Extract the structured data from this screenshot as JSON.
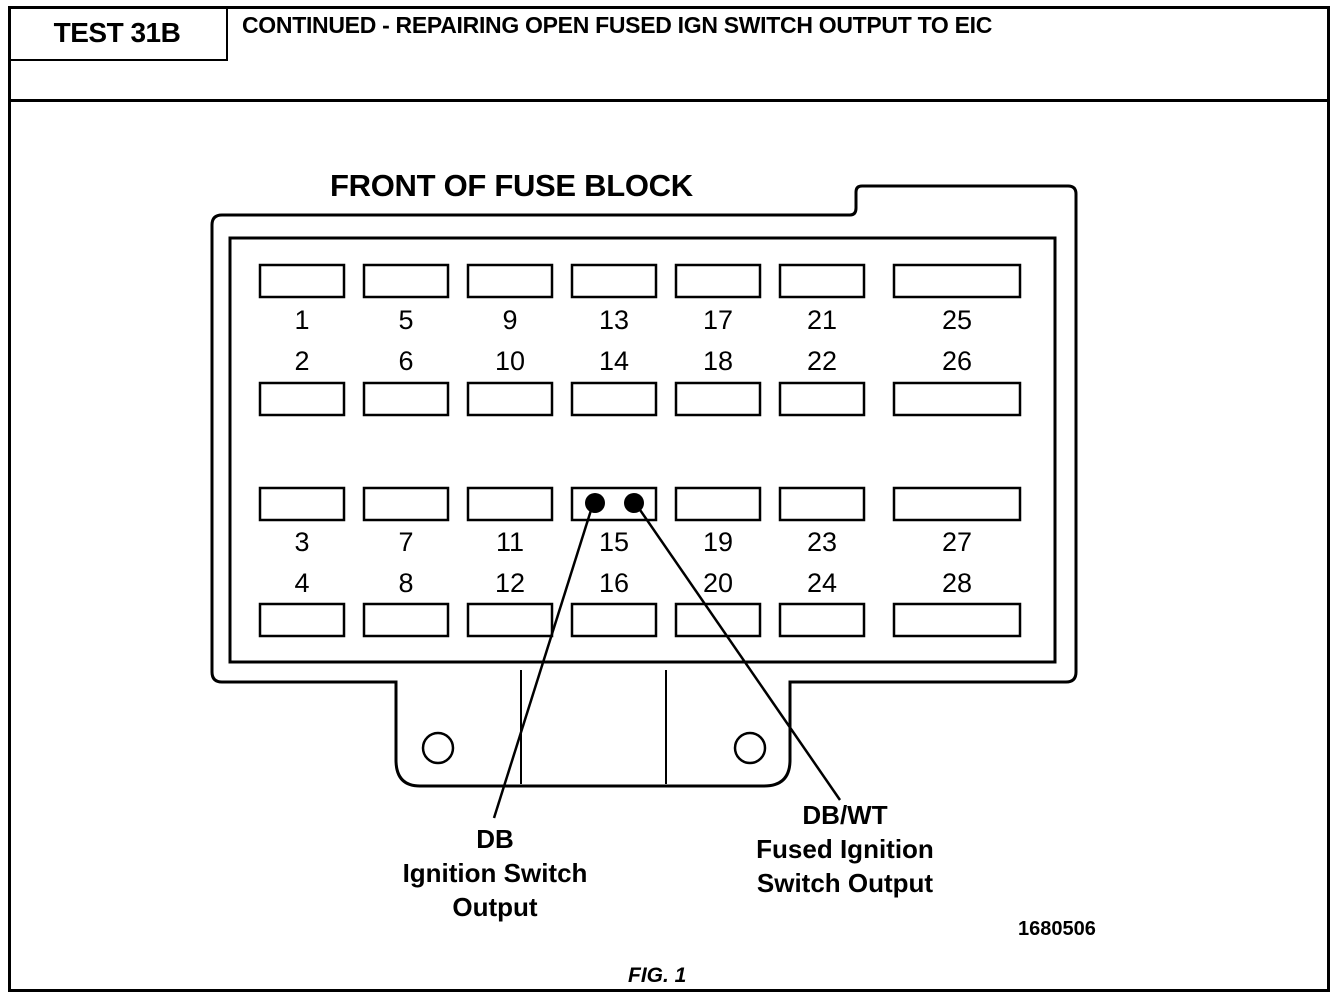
{
  "header": {
    "test_id": "TEST 31B",
    "title": "CONTINUED -  REPAIRING OPEN FUSED IGN SWITCH OUTPUT TO EIC"
  },
  "diagram": {
    "title": "FRONT OF FUSE BLOCK",
    "fuse_numbers": [
      "1",
      "5",
      "9",
      "13",
      "17",
      "21",
      "25",
      "2",
      "6",
      "10",
      "14",
      "18",
      "22",
      "26",
      "3",
      "7",
      "11",
      "15",
      "19",
      "23",
      "27",
      "4",
      "8",
      "12",
      "16",
      "20",
      "24",
      "28"
    ],
    "wire_left": {
      "color_code": "DB",
      "line1": "Ignition Switch",
      "line2": "Output"
    },
    "wire_right": {
      "color_code": "DB/WT",
      "line1": "Fused Ignition",
      "line2": "Switch Output"
    },
    "figure_number": "1680506",
    "caption": "FIG. 1"
  }
}
